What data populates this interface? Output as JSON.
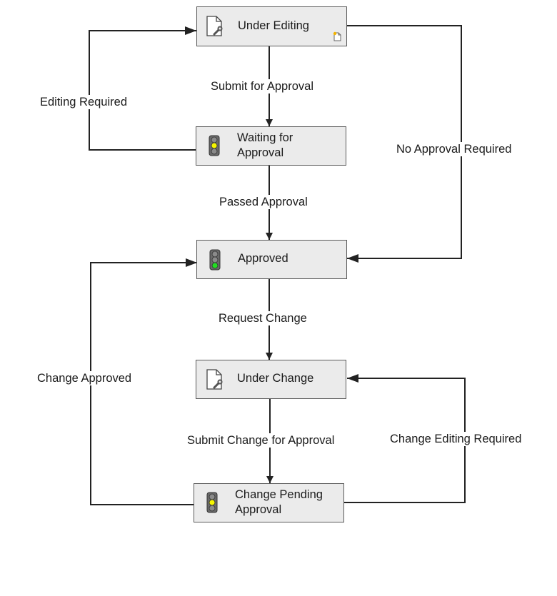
{
  "states": {
    "under_editing": {
      "label": "Under Editing",
      "icon": "document-edit-icon"
    },
    "waiting_for_approval": {
      "label": "Waiting for Approval",
      "icon": "traffic-light-yellow-icon"
    },
    "approved": {
      "label": "Approved",
      "icon": "traffic-light-green-icon"
    },
    "under_change": {
      "label": "Under Change",
      "icon": "document-edit-icon"
    },
    "change_pending_approval": {
      "label": "Change Pending Approval",
      "icon": "traffic-light-yellow-icon"
    }
  },
  "transitions": {
    "submit_for_approval": "Submit for Approval",
    "editing_required": "Editing Required",
    "passed_approval": "Passed Approval",
    "no_approval_required": "No Approval Required",
    "request_change": "Request Change",
    "change_approved": "Change Approved",
    "submit_change_for_approval": "Submit Change for Approval",
    "change_editing_required": "Change Editing Required"
  },
  "colors": {
    "box_fill": "#ebebeb",
    "box_border": "#5a5a5a",
    "connector": "#222222",
    "light_yellow": "#f5f500",
    "light_green": "#22dd22",
    "light_off": "#8a8a8a"
  }
}
